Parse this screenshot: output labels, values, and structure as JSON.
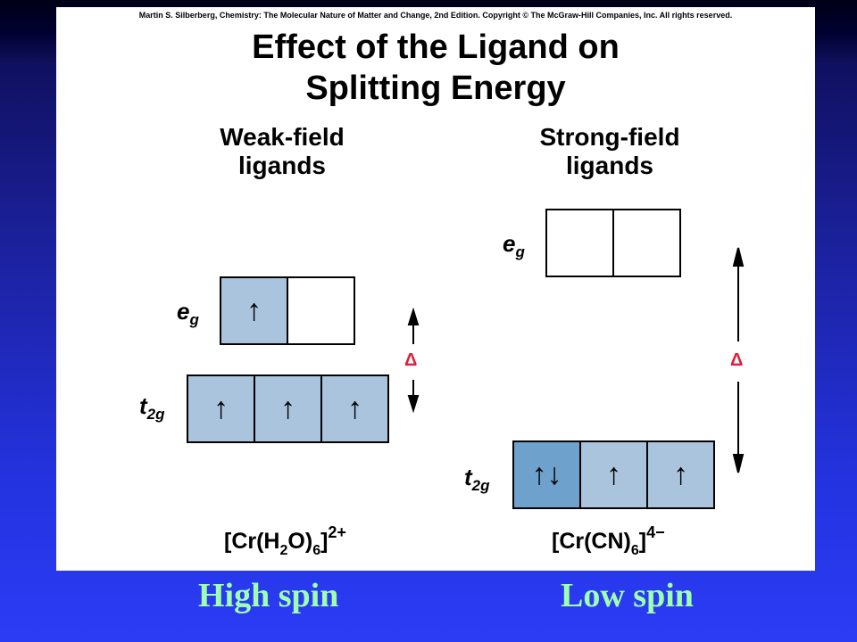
{
  "credit": "Martin S. Silberberg, Chemistry: The Molecular Nature of Matter and Change, 2nd Edition. Copyright © The McGraw-Hill Companies, Inc. All rights reserved.",
  "title": {
    "line1": "Effect of the Ligand on",
    "line2": "Splitting Energy"
  },
  "weak": {
    "heading_line1": "Weak-field",
    "heading_line2": "ligands",
    "eg_symbol": "e",
    "eg_subscript": "g",
    "t2g_symbol": "t",
    "t2g_subscript": "2g",
    "eg_boxes": [
      "↑",
      ""
    ],
    "t2g_boxes": [
      "↑",
      "↑",
      "↑"
    ],
    "delta": "Δ",
    "formula": {
      "prefix": "[Cr(H",
      "sub1": "2",
      "mid": "O)",
      "sub2": "6",
      "suffix": "]",
      "charge": "2+"
    },
    "spin_label": "High spin"
  },
  "strong": {
    "heading_line1": "Strong-field",
    "heading_line2": "ligands",
    "eg_symbol": "e",
    "eg_subscript": "g",
    "t2g_symbol": "t",
    "t2g_subscript": "2g",
    "eg_boxes": [
      "",
      ""
    ],
    "t2g_boxes": [
      "↑↓",
      "↑",
      "↑"
    ],
    "delta": "Δ",
    "formula": {
      "prefix": "[Cr(CN)",
      "sub": "6",
      "suffix": "]",
      "charge": "4−"
    },
    "spin_label": "Low spin"
  },
  "colors": {
    "background_top": "#000017",
    "background_bottom": "#2b3cf5",
    "panel": "#ffffff",
    "box_filled": "#a9c4dc",
    "box_paired": "#6ea2cc",
    "delta": "#e0203a",
    "spin_label": "#9fffb0"
  }
}
